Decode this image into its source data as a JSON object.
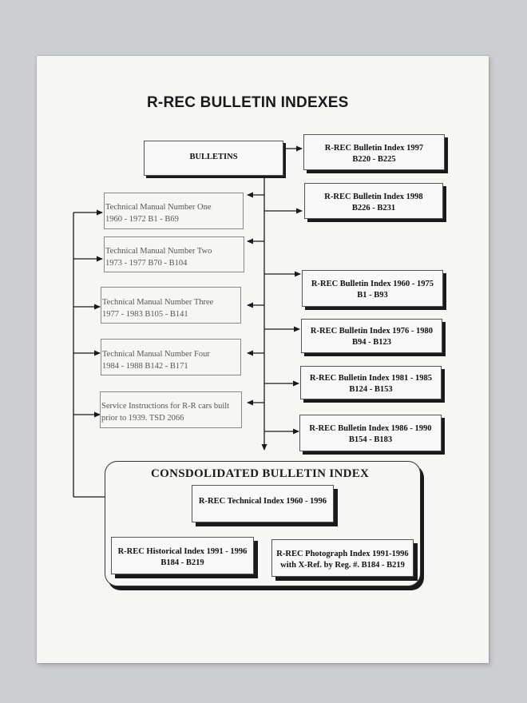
{
  "title": "R-REC BULLETIN INDEXES",
  "root": {
    "label": "BULLETINS"
  },
  "right_indexes": [
    {
      "line1": "R-REC Bulletin Index 1997",
      "line2": "B220 - B225"
    },
    {
      "line1": "R-REC Bulletin Index 1998",
      "line2": "B226 - B231"
    },
    {
      "line1": "R-REC Bulletin Index 1960 - 1975",
      "line2": "B1 - B93"
    },
    {
      "line1": "R-REC Bulletin Index 1976 - 1980",
      "line2": "B94 - B123"
    },
    {
      "line1": "R-REC Bulletin Index 1981 - 1985",
      "line2": "B124 - B153"
    },
    {
      "line1": "R-REC Bulletin Index 1986 - 1990",
      "line2": "B154 - B183"
    }
  ],
  "manuals": [
    {
      "line1": "Technical Manual Number One",
      "line2": "1960 - 1972 B1 - B69"
    },
    {
      "line1": "Technical Manual Number Two",
      "line2": "1973 - 1977 B70 - B104"
    },
    {
      "line1": "Technical Manual Number Three",
      "line2": "1977 - 1983 B105 - B141"
    },
    {
      "line1": "Technical Manual Number Four",
      "line2": "1984 - 1988 B142 - B171"
    },
    {
      "line1": "Service Instructions for R-R cars built",
      "line2": "prior to 1939.  TSD 2066"
    }
  ],
  "consolidated": {
    "title": "CONSDOLIDATED BULLETIN INDEX",
    "technical": {
      "line1": "R-REC Technical Index 1960 - 1996"
    },
    "historical": {
      "line1": "R-REC Historical Index 1991 - 1996",
      "line2": "B184 - B219"
    },
    "photograph": {
      "line1": "R-REC Photograph Index 1991-1996",
      "line2": "with X-Ref. by Reg. #.  B184 - B219"
    }
  }
}
